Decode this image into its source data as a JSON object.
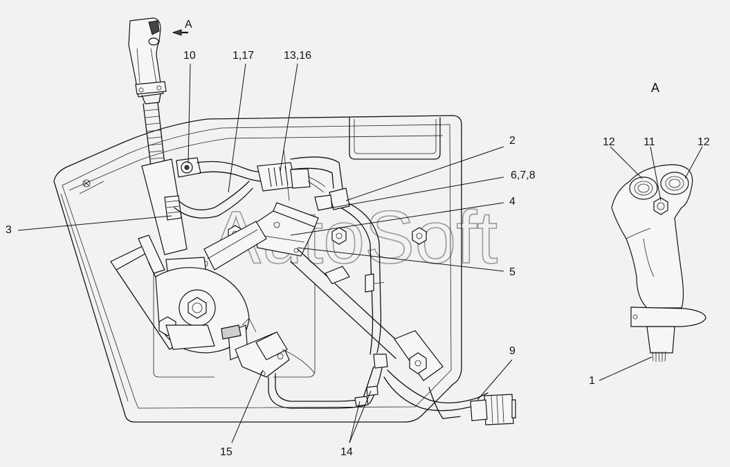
{
  "view_marker": "А",
  "callouts": {
    "c1": "1",
    "c1_17": "1,17",
    "c2": "2",
    "c3": "3",
    "c4": "4",
    "c5": "5",
    "c6_7_8": "6,7,8",
    "c9": "9",
    "c10": "10",
    "c11": "11",
    "c12_left": "12",
    "c12_right": "12",
    "c13_16": "13,16",
    "c14": "14",
    "c15": "15"
  },
  "view_a_title": "А",
  "watermark": "AutoSoft"
}
